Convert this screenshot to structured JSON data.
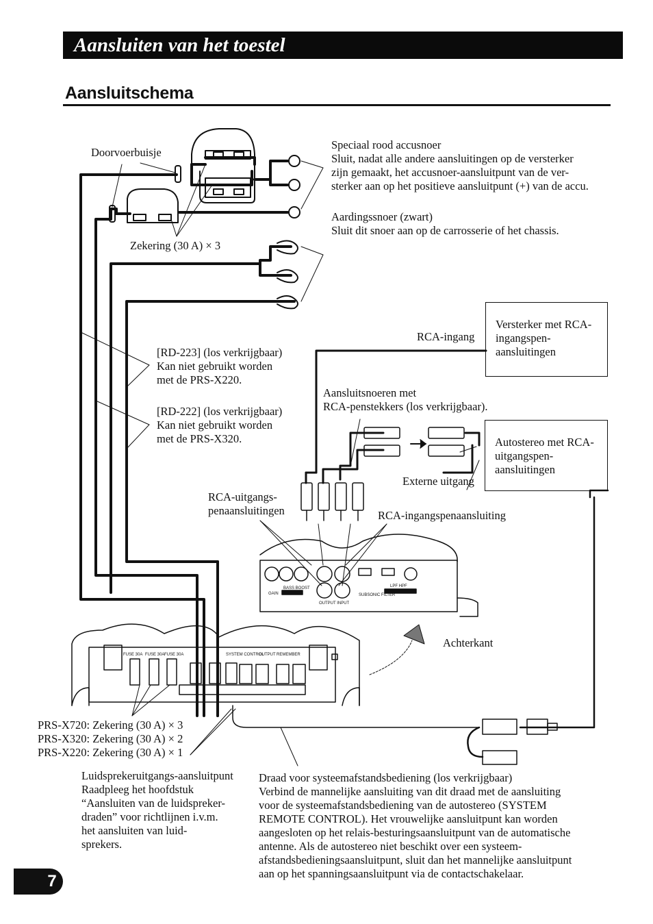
{
  "header": {
    "title": "Aansluiten van het toestel",
    "section": "Aansluitschema"
  },
  "callouts": {
    "doorvoer": "Doorvoerbuisje",
    "zekering_top": "Zekering (30 A) × 3",
    "accu_title": "Speciaal rood accusnoer",
    "accu_body": "Sluit, nadat alle andere aansluitingen op de versterker\nzijn gemaakt, het accusnoer-aansluitpunt van de ver-\nsterker aan op het positieve aansluitpunt (+) van de accu.",
    "aarding_title": "Aardingssnoer (zwart)",
    "aarding_body": "Sluit dit snoer aan op de carrosserie of het chassis.",
    "rd223": "[RD-223] (los verkrijgbaar)\nKan niet gebruikt worden\nmet de PRS-X220.",
    "rd222": "[RD-222] (los verkrijgbaar)\nKan niet gebruikt worden\nmet de PRS-X320.",
    "rca_ingang": "RCA-ingang",
    "versterker_box": "Versterker met RCA-\ningangspen-\naansluitingen",
    "aansluitsnoeren": "Aansluitsnoeren met\nRCA-penstekkers (los verkrijgbaar).",
    "autostereo_box": "Autostereo met RCA-\nuitgangspen-\naansluitingen",
    "externe_uitgang": "Externe uitgang",
    "rca_uitgangs": "RCA-uitgangs-\npenaansluitingen",
    "rca_ingangspen": "RCA-ingangspenaansluiting",
    "achterkant": "Achterkant",
    "fuse_list": "PRS-X720: Zekering (30 A) × 3\nPRS-X320: Zekering (30 A) × 2\nPRS-X220: Zekering (30 A) × 1",
    "luidspreker": "Luidsprekeruitgangs-aansluitpunt\nRaadpleeg het hoofdstuk\n“Aansluiten van de luidspreker-\ndraden” voor richtlijnen i.v.m.\nhet aansluiten van luid-\nsprekers.",
    "remote": "Draad voor systeemafstandsbediening (los verkrijgbaar)\nVerbind de mannelijke aansluiting van dit draad met de aansluiting\nvoor de systeemafstandsbediening van de autostereo (SYSTEM\nREMOTE CONTROL). Het vrouwelijke aansluitpunt kan worden\naangesloten op het relais-besturingsaansluitpunt van de automatische\nantenne. Als de autostereo niet beschikt over een systeem-\nafstandsbedieningsaansluitpunt, sluit dan het mannelijke aansluitpunt\naan op het spanningsaansluitpunt via de contactschakelaar."
  },
  "panel_labels": {
    "fuse": "FUSE 30A",
    "system_control": "SYSTEM CONTROL",
    "output": "OUTPUT",
    "remember": "REMEMBER",
    "output_input": "OUTPUT  INPUT",
    "bass_boost": "BASS BOOST",
    "lpf_hpf": "LPF HPF",
    "subsonic": "SUBSONIC FILTER",
    "gain": "GAIN"
  },
  "page": {
    "number": "7"
  },
  "colors": {
    "ink": "#111111",
    "title_bg": "#0b0b0b",
    "paper": "#ffffff"
  }
}
